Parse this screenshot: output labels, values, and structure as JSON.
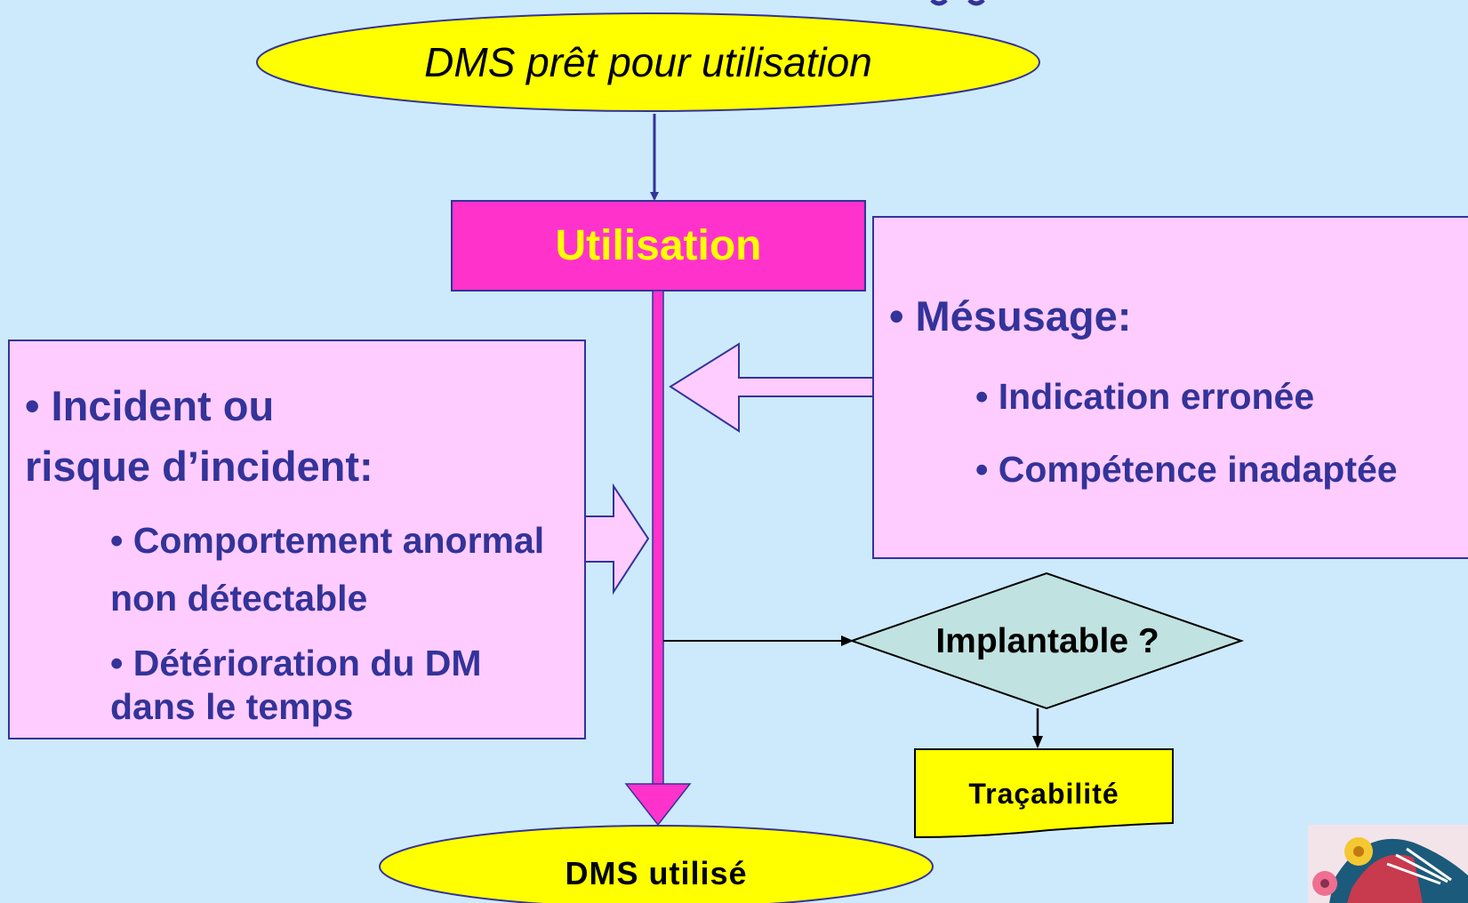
{
  "diagram": {
    "start_ellipse": {
      "text": "DMS prêt pour utilisation"
    },
    "utilisation_box": {
      "text": "Utilisation"
    },
    "misuse_box": {
      "title": "• Mésusage:",
      "items": [
        "• Indication erronée",
        "• Compétence inadaptée"
      ]
    },
    "incident_box": {
      "title_line1": "• Incident ou",
      "title_line2": "risque d’incident:",
      "item1_line1": "• Comportement anormal",
      "item1_line2": "non détectable",
      "item2_line1": "• Détérioration du DM",
      "item2_line2": "dans le temps"
    },
    "decision": {
      "text": "Implantable ?"
    },
    "traceability_doc": {
      "text": "Traçabilité"
    },
    "end_ellipse": {
      "text": "DMS utilisé"
    },
    "colors": {
      "background": "#cdeafc",
      "ellipse_fill": "#ffff00",
      "utilisation_fill": "#ff33cc",
      "utilisation_text": "#ffff00",
      "note_fill": "#ffccff",
      "note_border": "#333399",
      "text_navy": "#333399",
      "decision_fill": "#c0e2e0"
    }
  }
}
